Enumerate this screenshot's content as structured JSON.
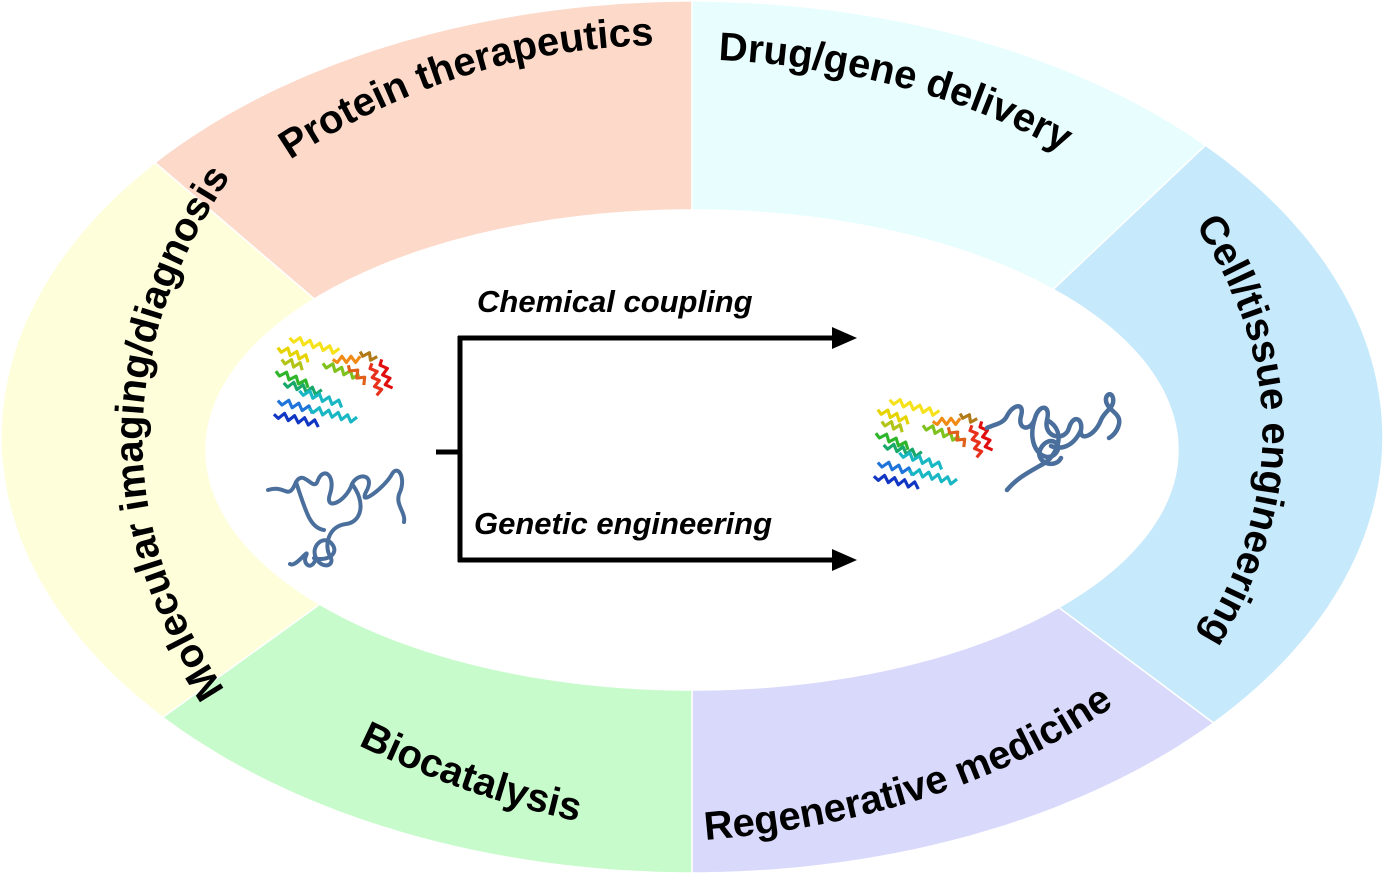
{
  "diagram": {
    "ring_segments": [
      {
        "id": "protein-therapeutics",
        "label": "Protein therapeutics",
        "color": "#fcd9c9"
      },
      {
        "id": "drug-gene-delivery",
        "label": "Drug/gene delivery",
        "color": "#e8fdfd"
      },
      {
        "id": "cell-tissue-engineering",
        "label": "Cell/tissue engineering",
        "color": "#c6e9fb"
      },
      {
        "id": "regenerative-medicine",
        "label": "Regenerative medicine",
        "color": "#d9d9fb"
      },
      {
        "id": "biocatalysis",
        "label": "Biocatalysis",
        "color": "#c8fbcb"
      },
      {
        "id": "molecular-imaging-diagnosis",
        "label": "Molecular imaging/diagnosis",
        "color": "#fefedb"
      }
    ],
    "methods": {
      "top": "Chemical coupling",
      "bottom": "Genetic engineering"
    },
    "molecules": {
      "folded_protein": "folded-protein-ribbon",
      "disordered_polypeptide": "disordered-polypeptide-chain",
      "fusion_product": "protein-polymer-conjugate",
      "disordered_color": "#4a6f9c"
    },
    "arrow_color": "#000000"
  }
}
